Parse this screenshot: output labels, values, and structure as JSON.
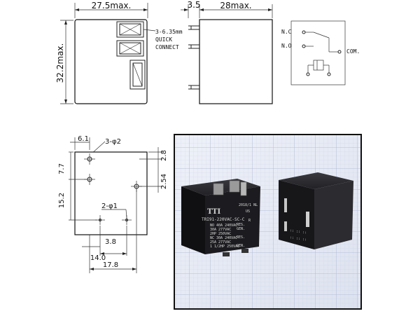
{
  "front_view": {
    "width_label": "27.5max.",
    "height_label": "32.2max.",
    "terminal_note_line1": "3-6.35mm",
    "terminal_note_line2": "QUICK",
    "terminal_note_line3": "CONNECT"
  },
  "side_view": {
    "pin_label": "3.5",
    "depth_label": "28max."
  },
  "schematic": {
    "nc_label": "N.C",
    "no_label": "N.O",
    "com_label": "COM."
  },
  "bottom_view": {
    "top_left_label": "6.1",
    "holes_label": "3-φ2",
    "small_holes_label": "2-φ1",
    "left_dim_1": "7.7",
    "left_dim_2": "15.2",
    "right_dim_1": "2.8",
    "right_dim_2": "2.54",
    "bottom_dim_1": "3.8",
    "bottom_dim_2": "14.0",
    "bottom_dim_3": "17.8"
  },
  "photo": {
    "brand": "TTI",
    "model": "TRI91-220VAC-SC-C",
    "rating_line1": "NO 40A 240VAC",
    "rating_line2": "30A 277VAC",
    "rating_line3": "2HP 250VAC",
    "rating_line4": "NC 30A 240VAC",
    "rating_line5": "25A 277VAC",
    "rating_line6": "1 1/2HP 250VAC",
    "res_label": "RES.",
    "gen_label": "GEN.",
    "res_label_2": "RES.",
    "gen_label_2": "GEN.",
    "date_code": "2018/1 NL",
    "cert_mark": "R",
    "us_mark": "US"
  }
}
